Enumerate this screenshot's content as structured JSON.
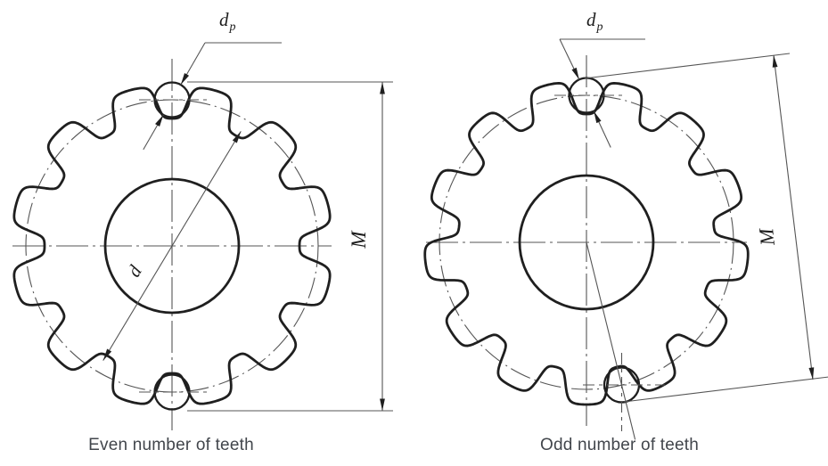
{
  "figure": {
    "labels": {
      "pin_diameter_base": "d",
      "pin_diameter_sub": "p",
      "pitch_diameter": "d",
      "measurement": "M"
    },
    "left": {
      "caption": "Even number of teeth",
      "teeth": 12
    },
    "right": {
      "caption": "Odd number of teeth",
      "teeth": 13
    },
    "colors": {
      "background": "#ffffff",
      "line_thick": "#1f1f1f",
      "line_thin": "#555555",
      "caption_text": "#42464c"
    }
  }
}
